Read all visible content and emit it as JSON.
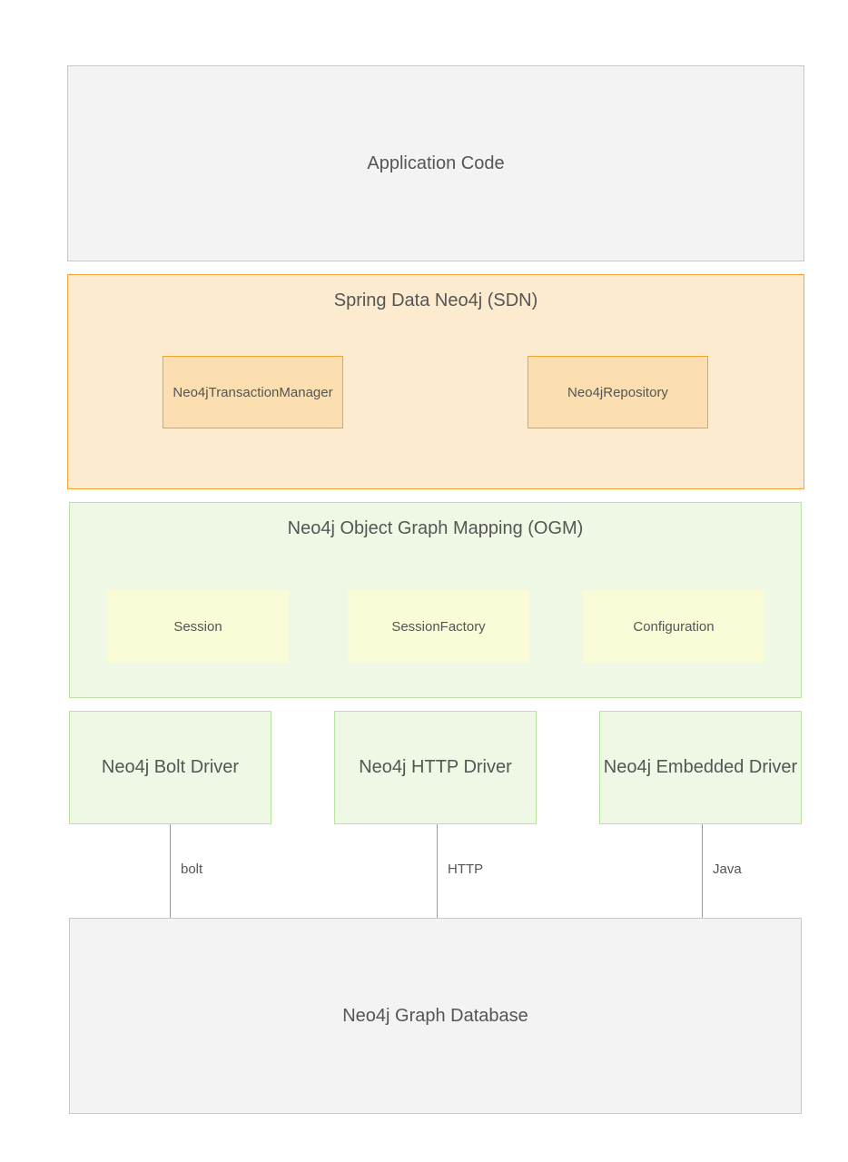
{
  "application": {
    "label": "Application Code"
  },
  "sdn": {
    "title": "Spring Data Neo4j (SDN)",
    "components": [
      "Neo4jTransactionManager",
      "Neo4jRepository"
    ]
  },
  "ogm": {
    "title": "Neo4j Object Graph Mapping (OGM)",
    "components": [
      "Session",
      "SessionFactory",
      "Configuration"
    ]
  },
  "drivers": [
    {
      "label": "Neo4j Bolt Driver",
      "protocol": "bolt"
    },
    {
      "label": "Neo4j HTTP Driver",
      "protocol": "HTTP"
    },
    {
      "label": "Neo4j Embedded Driver",
      "protocol": "Java"
    }
  ],
  "database": {
    "label": "Neo4j Graph Database"
  },
  "colors": {
    "neutral_fill": "#f3f3f3",
    "sdn_fill": "#fdebd0",
    "sdn_border": "#f1a432",
    "ogm_fill": "#eef8e5",
    "ogm_border": "#b9e3a0",
    "ogm_component_fill": "#f9fcd7"
  }
}
